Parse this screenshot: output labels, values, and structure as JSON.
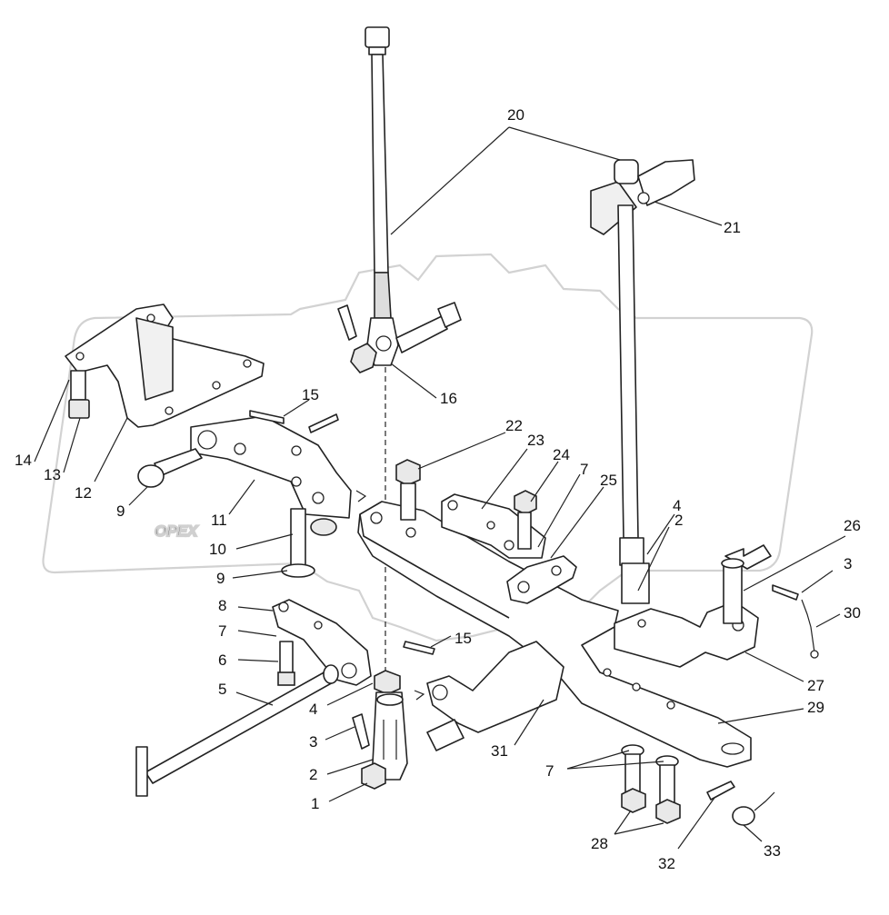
{
  "watermark": "OPEX",
  "callouts": [
    {
      "id": "c1",
      "text": "1"
    },
    {
      "id": "c2",
      "text": "2"
    },
    {
      "id": "c3",
      "text": "3"
    },
    {
      "id": "c4",
      "text": "4"
    },
    {
      "id": "c5",
      "text": "5"
    },
    {
      "id": "c6",
      "text": "6"
    },
    {
      "id": "c7",
      "text": "7"
    },
    {
      "id": "c8",
      "text": "8"
    },
    {
      "id": "c9a",
      "text": "9"
    },
    {
      "id": "c9b",
      "text": "9"
    },
    {
      "id": "c10",
      "text": "10"
    },
    {
      "id": "c11",
      "text": "11"
    },
    {
      "id": "c12",
      "text": "12"
    },
    {
      "id": "c13",
      "text": "13"
    },
    {
      "id": "c14",
      "text": "14"
    },
    {
      "id": "c15a",
      "text": "15"
    },
    {
      "id": "c15b",
      "text": "15"
    },
    {
      "id": "c16",
      "text": "16"
    },
    {
      "id": "c20",
      "text": "20"
    },
    {
      "id": "c21",
      "text": "21"
    },
    {
      "id": "c22",
      "text": "22"
    },
    {
      "id": "c23",
      "text": "23"
    },
    {
      "id": "c24",
      "text": "24"
    },
    {
      "id": "c7b",
      "text": "7"
    },
    {
      "id": "c25",
      "text": "25"
    },
    {
      "id": "c4b",
      "text": "4"
    },
    {
      "id": "c2b",
      "text": "2"
    },
    {
      "id": "c26",
      "text": "26"
    },
    {
      "id": "c3b",
      "text": "3"
    },
    {
      "id": "c30",
      "text": "30"
    },
    {
      "id": "c27",
      "text": "27"
    },
    {
      "id": "c29",
      "text": "29"
    },
    {
      "id": "c31",
      "text": "31"
    },
    {
      "id": "c7c",
      "text": "7"
    },
    {
      "id": "c28",
      "text": "28"
    },
    {
      "id": "c32",
      "text": "32"
    },
    {
      "id": "c33",
      "text": "33"
    }
  ]
}
